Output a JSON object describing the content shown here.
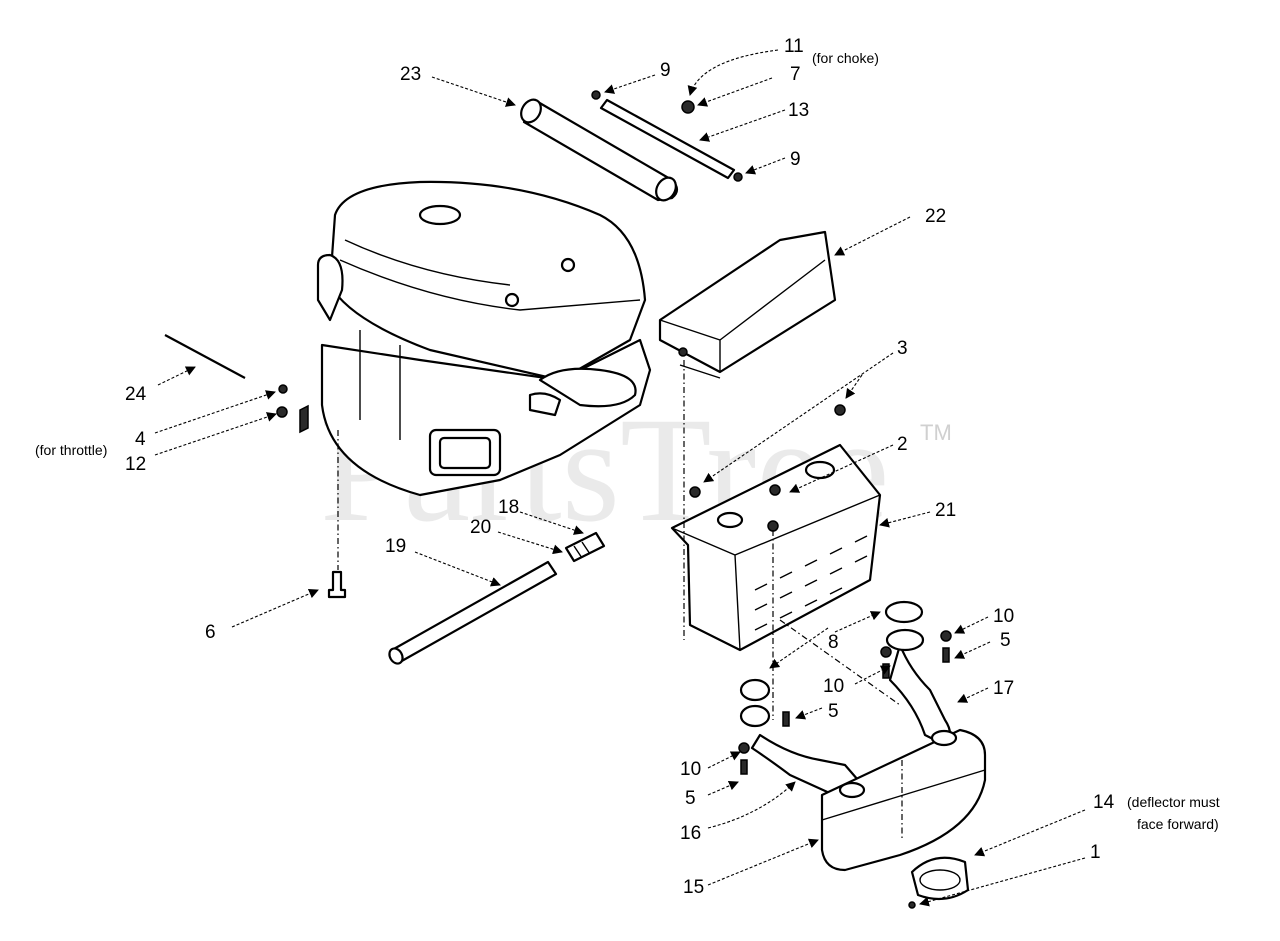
{
  "watermark": {
    "text": "PartsTree",
    "trademark": "TM"
  },
  "callouts": [
    {
      "id": "c23",
      "number": "23",
      "note": ""
    },
    {
      "id": "c9a",
      "number": "9",
      "note": ""
    },
    {
      "id": "c11",
      "number": "11",
      "note": "(for choke)"
    },
    {
      "id": "c7",
      "number": "7",
      "note": ""
    },
    {
      "id": "c13",
      "number": "13",
      "note": ""
    },
    {
      "id": "c9b",
      "number": "9",
      "note": ""
    },
    {
      "id": "c22",
      "number": "22",
      "note": ""
    },
    {
      "id": "c3",
      "number": "3",
      "note": ""
    },
    {
      "id": "c2",
      "number": "2",
      "note": ""
    },
    {
      "id": "c21",
      "number": "21",
      "note": ""
    },
    {
      "id": "c24",
      "number": "24",
      "note": ""
    },
    {
      "id": "c4",
      "number": "4",
      "note": ""
    },
    {
      "id": "c12",
      "number": "12",
      "note": "(for throttle)"
    },
    {
      "id": "c18",
      "number": "18",
      "note": ""
    },
    {
      "id": "c20",
      "number": "20",
      "note": ""
    },
    {
      "id": "c19",
      "number": "19",
      "note": ""
    },
    {
      "id": "c6",
      "number": "6",
      "note": ""
    },
    {
      "id": "c8",
      "number": "8",
      "note": ""
    },
    {
      "id": "c10a",
      "number": "10",
      "note": ""
    },
    {
      "id": "c5a",
      "number": "5",
      "note": ""
    },
    {
      "id": "c17",
      "number": "17",
      "note": ""
    },
    {
      "id": "c10b",
      "number": "10",
      "note": ""
    },
    {
      "id": "c5b",
      "number": "5",
      "note": ""
    },
    {
      "id": "c10c",
      "number": "10",
      "note": ""
    },
    {
      "id": "c5c",
      "number": "5",
      "note": ""
    },
    {
      "id": "c16",
      "number": "16",
      "note": ""
    },
    {
      "id": "c14",
      "number": "14",
      "note": "(deflector must face forward)"
    },
    {
      "id": "c1",
      "number": "1",
      "note": ""
    },
    {
      "id": "c15",
      "number": "15",
      "note": ""
    }
  ],
  "notes": {
    "choke": "(for choke)",
    "throttle": "(for throttle)",
    "deflector_line1": "(deflector must",
    "deflector_line2": "face forward)"
  }
}
